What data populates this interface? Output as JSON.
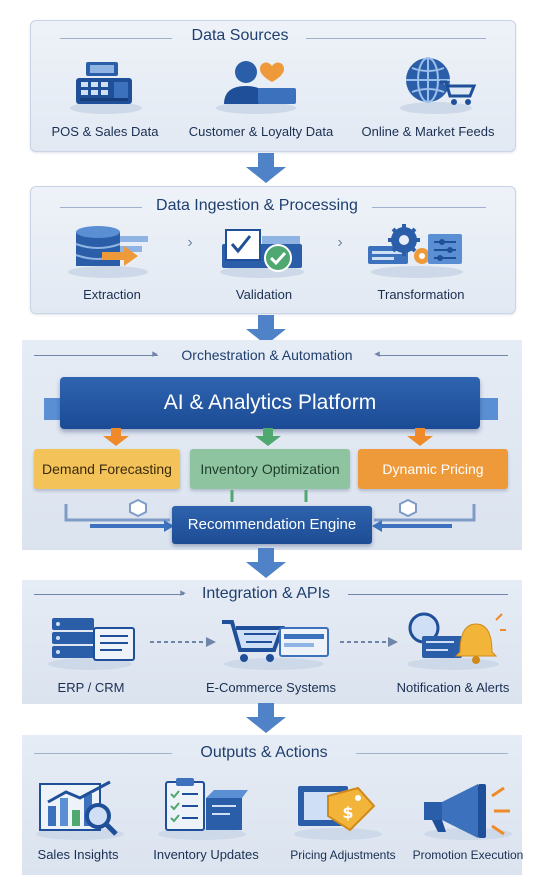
{
  "sections": {
    "data_sources": {
      "title": "Data Sources",
      "items": [
        "POS & Sales Data",
        "Customer & Loyalty Data",
        "Online & Market Feeds"
      ]
    },
    "ingestion": {
      "title": "Data Ingestion & Processing",
      "items": [
        "Extraction",
        "Validation",
        "Transformation"
      ]
    },
    "orchestration": {
      "title": "Orchestration & Automation",
      "platform": "AI & Analytics Platform",
      "modules": [
        "Demand Forecasting",
        "Inventory Optimization",
        "Dynamic Pricing"
      ],
      "engine": "Recommendation Engine"
    },
    "integration": {
      "title": "Integration & APIs",
      "items": [
        "ERP / CRM",
        "E-Commerce Systems",
        "Notification & Alerts"
      ]
    },
    "outputs": {
      "title": "Outputs & Actions",
      "items": [
        "Sales Insights",
        "Inventory Updates",
        "Pricing Adjustments",
        "Promotion Execution"
      ]
    }
  },
  "colors": {
    "primary": "#1f4f99",
    "forecast": "#f3c35a",
    "inventory": "#8fc4a0",
    "pricing": "#ef9a3a",
    "arrow": "#4f82c6"
  }
}
